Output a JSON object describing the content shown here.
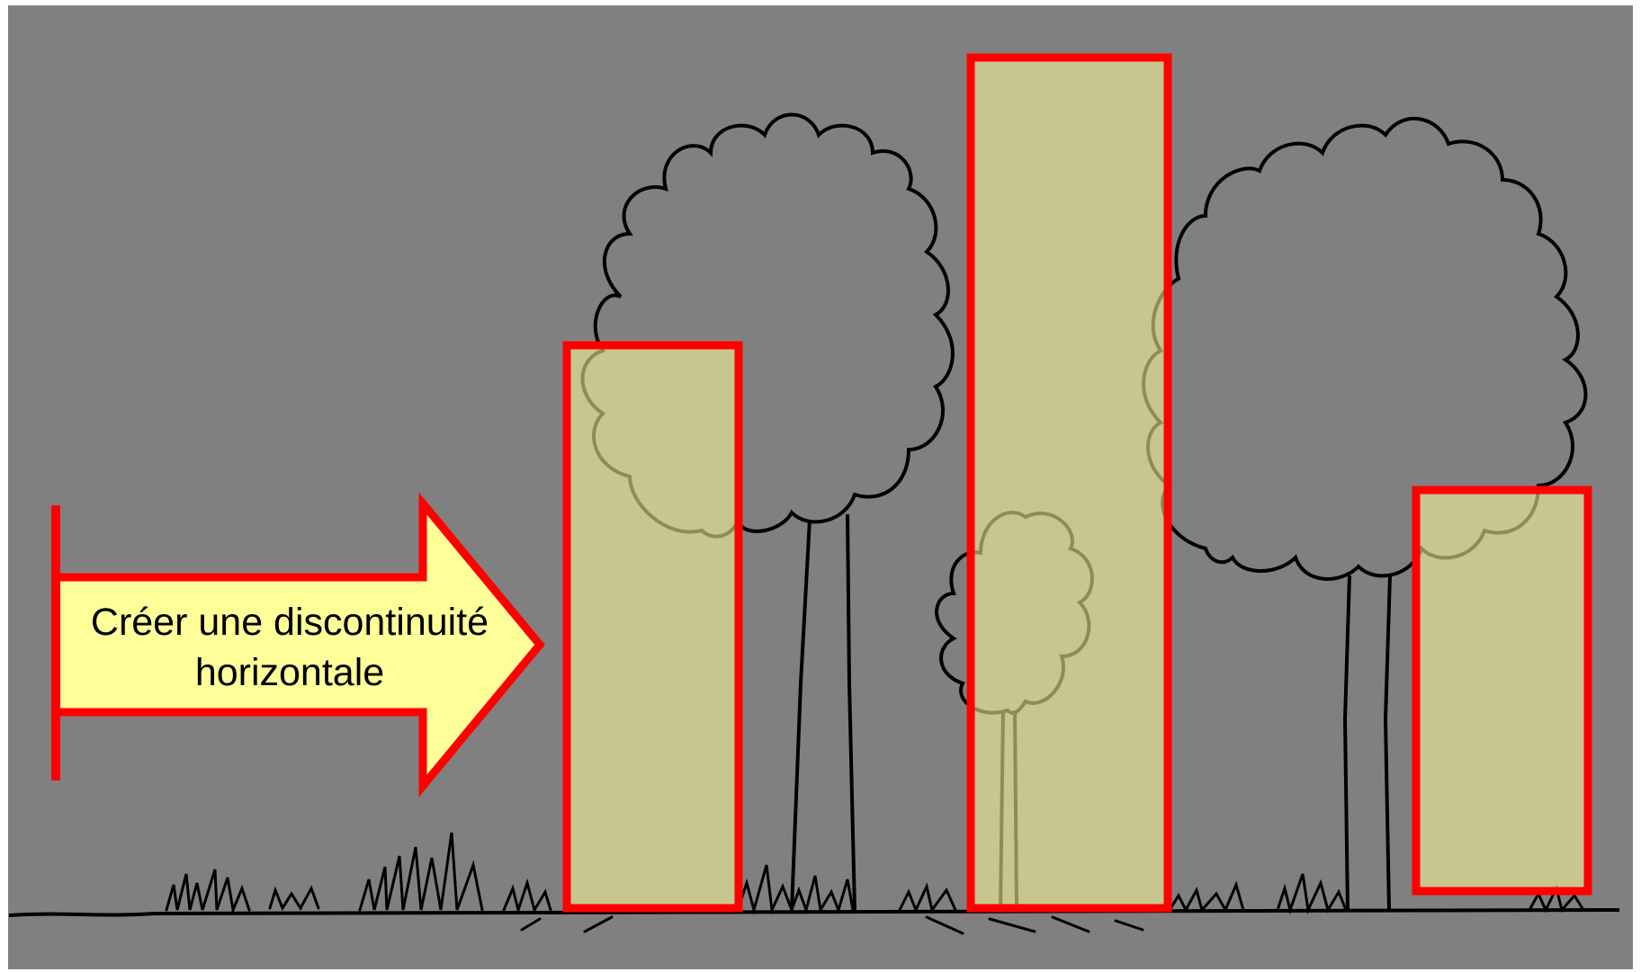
{
  "arrow": {
    "label_line1": "Créer une discontinuité",
    "label_line2": "horizontale"
  },
  "colors": {
    "background": "#808080",
    "arrow_fill": "#FFFF99",
    "outline": "#FF0000",
    "block_fill": "#FFFF99",
    "ink": "#000000"
  },
  "blocks": [
    {
      "name": "vegetation-block-1",
      "relative_height": 0.62
    },
    {
      "name": "vegetation-block-2",
      "relative_height": 1.0
    },
    {
      "name": "vegetation-block-3",
      "relative_height": 0.47
    }
  ]
}
